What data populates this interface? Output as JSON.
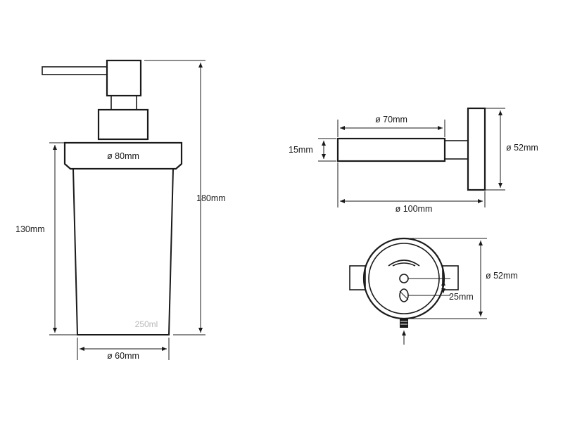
{
  "dispenser": {
    "top_diameter": "ø 80mm",
    "height_total": "180mm",
    "height_glass": "130mm",
    "bottom_diameter": "ø 60mm",
    "capacity": "250ml"
  },
  "side_view": {
    "arm_length": "ø 70mm",
    "arm_thickness": "15mm",
    "plate_diameter": "ø 52mm",
    "total_depth": "ø 100mm"
  },
  "front_view": {
    "plate_diameter": "ø 52mm",
    "hole_spacing": "25mm"
  }
}
